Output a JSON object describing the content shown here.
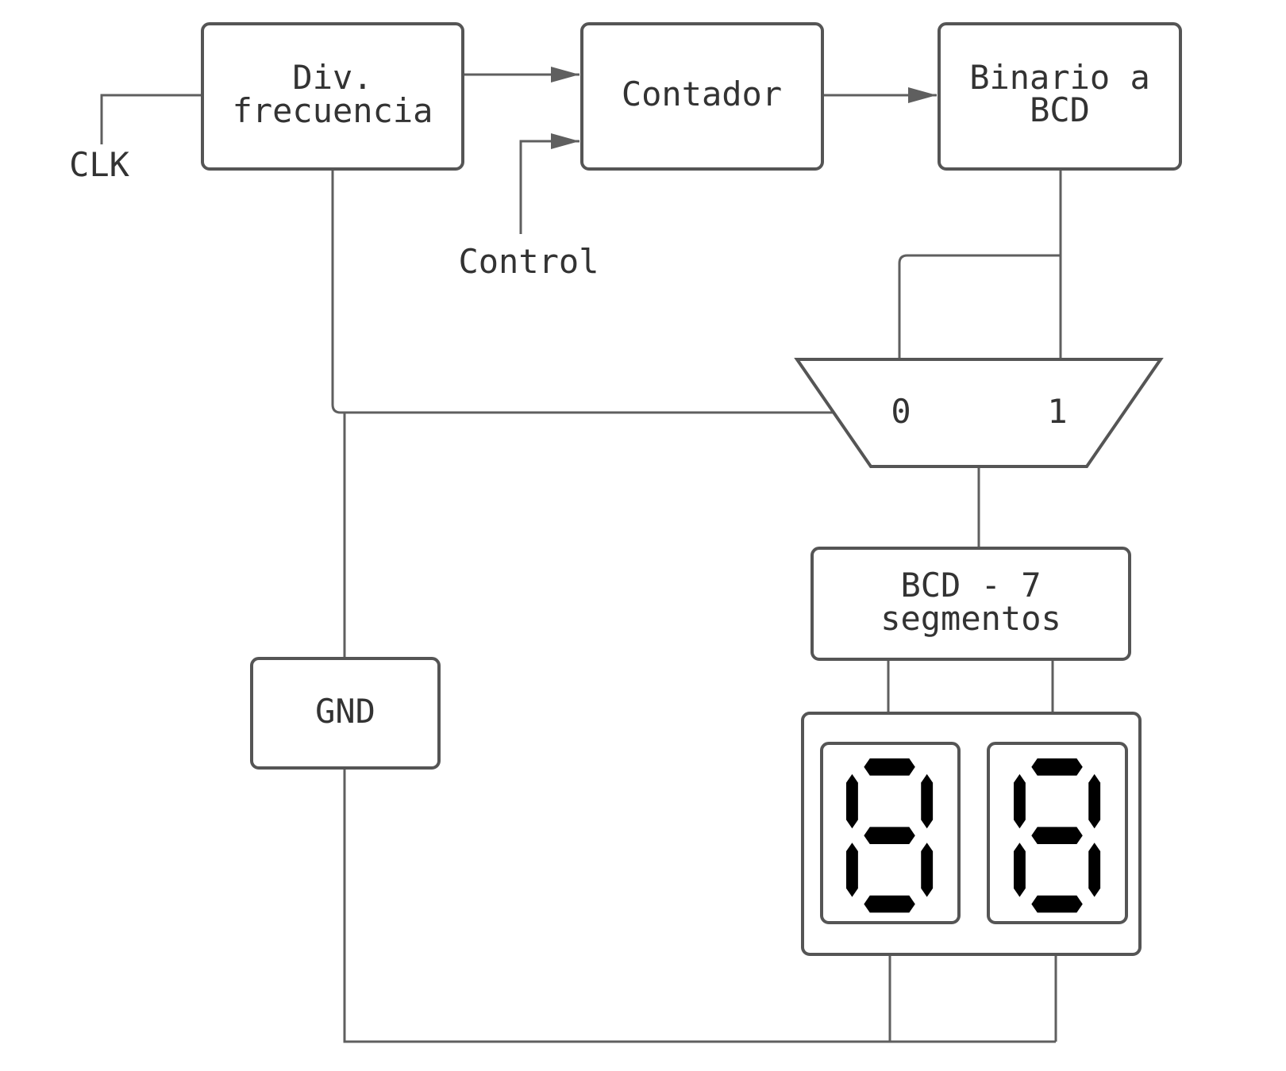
{
  "blocks": {
    "divider": {
      "line1": "Div.",
      "line2": "frecuencia"
    },
    "counter": {
      "label": "Contador"
    },
    "bin_to_bcd": {
      "line1": "Binario a",
      "line2": "BCD"
    },
    "bcd_to_7seg": {
      "line1": "BCD - 7",
      "line2": "segmentos"
    },
    "gnd": {
      "label": "GND"
    }
  },
  "signals": {
    "clk": "CLK",
    "control": "Control"
  },
  "mux": {
    "input0": "0",
    "input1": "1"
  },
  "colors": {
    "stroke": "#555555",
    "text": "#333333",
    "segment": "#000000"
  }
}
